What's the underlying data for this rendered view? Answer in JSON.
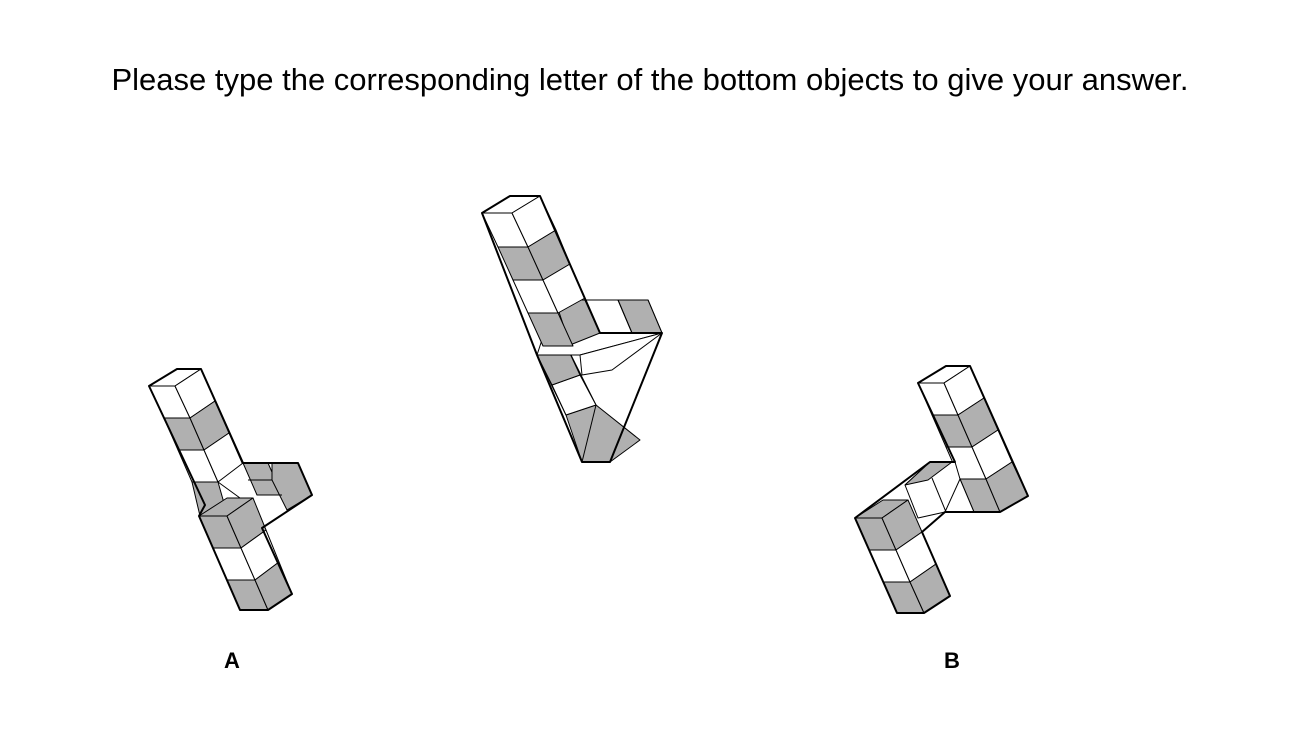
{
  "instruction": "Please type the corresponding letter of the bottom objects to give your answer.",
  "options": [
    {
      "letter": "A"
    },
    {
      "letter": "B"
    }
  ],
  "colors": {
    "cube_light": "#ffffff",
    "cube_dark": "#b0b0b0",
    "edge": "#000000"
  }
}
